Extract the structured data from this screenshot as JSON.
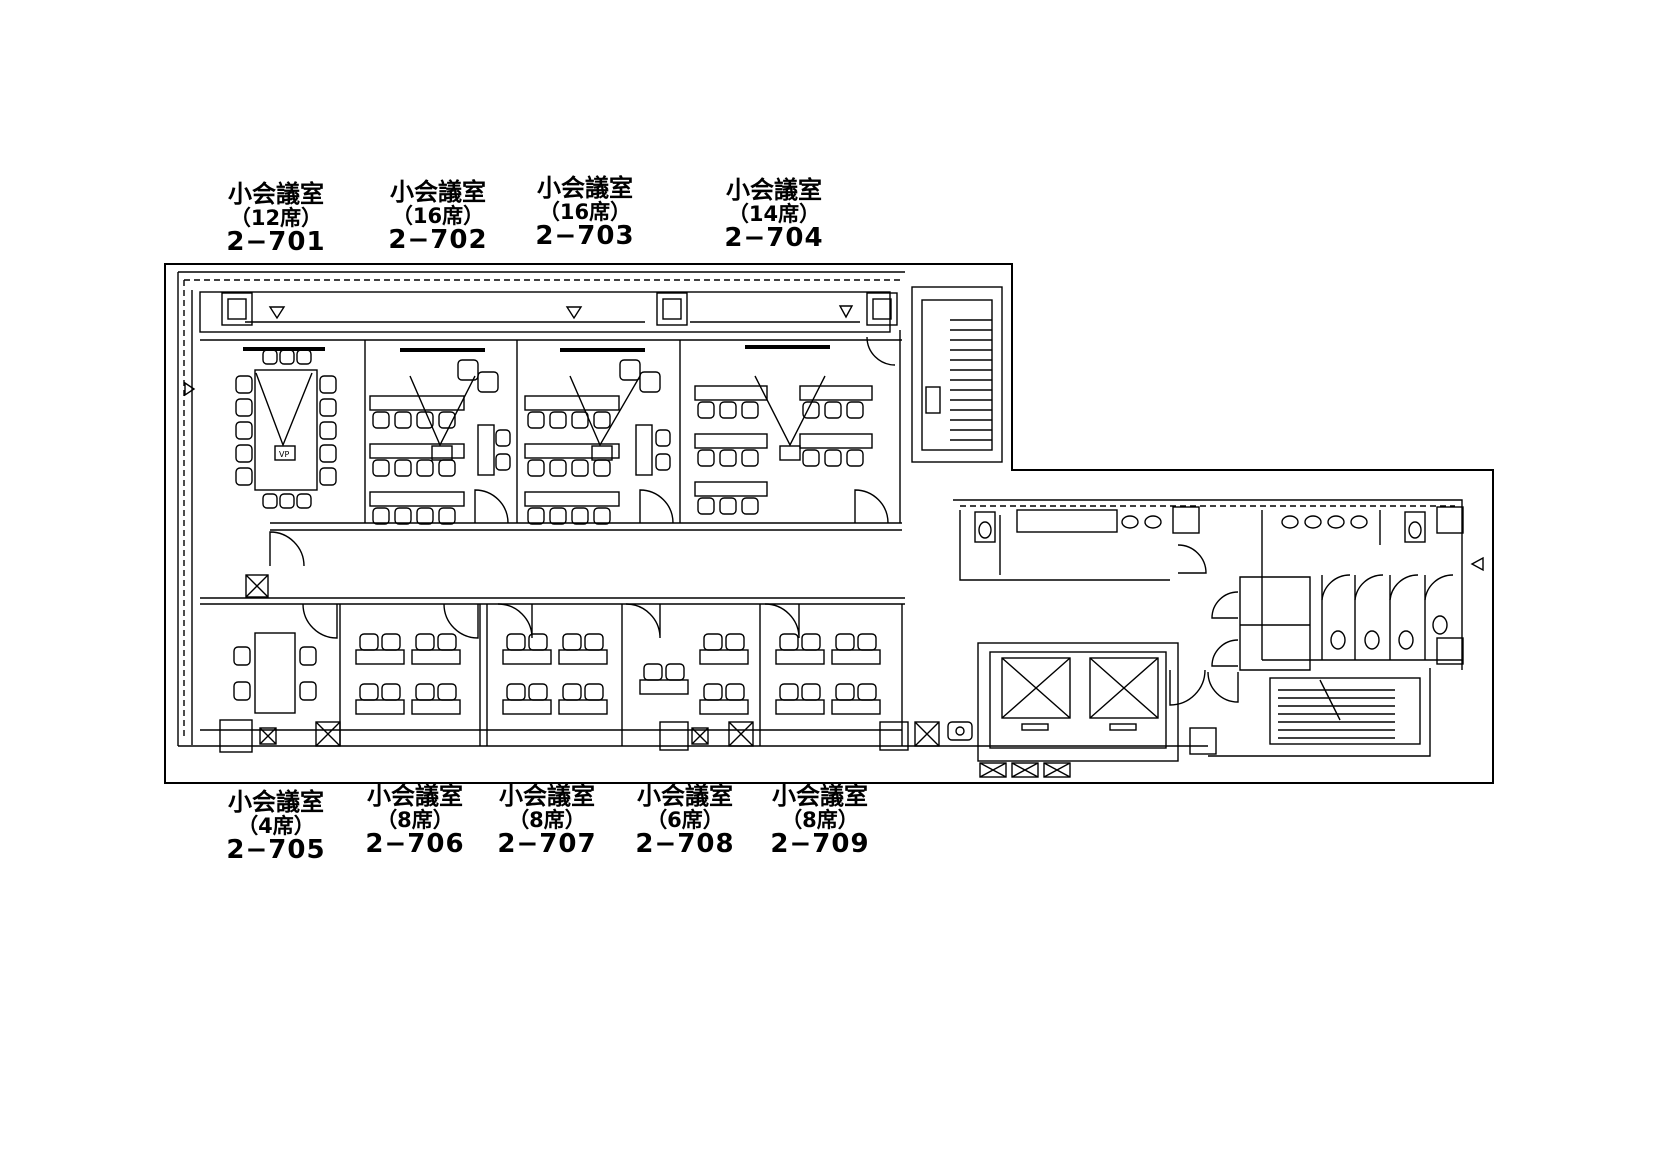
{
  "rooms_top": [
    {
      "title": "小会議室",
      "seats": "（12席）",
      "number": "2−701"
    },
    {
      "title": "小会議室",
      "seats": "（16席）",
      "number": "2−702"
    },
    {
      "title": "小会議室",
      "seats": "（16席）",
      "number": "2−703"
    },
    {
      "title": "小会議室",
      "seats": "（14席）",
      "number": "2−704"
    }
  ],
  "rooms_bottom": [
    {
      "title": "小会議室",
      "seats": "（4席）",
      "number": "2−705"
    },
    {
      "title": "小会議室",
      "seats": "（8席）",
      "number": "2−706"
    },
    {
      "title": "小会議室",
      "seats": "（8席）",
      "number": "2−707"
    },
    {
      "title": "小会議室",
      "seats": "（6席）",
      "number": "2−708"
    },
    {
      "title": "小会議室",
      "seats": "（8席）",
      "number": "2−709"
    }
  ],
  "projector_label": "VP",
  "colors": {
    "line": "#000000",
    "background": "#ffffff"
  }
}
